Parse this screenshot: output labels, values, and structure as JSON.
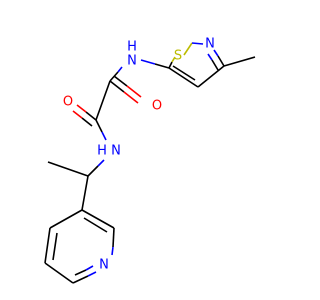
{
  "colors": {
    "carbon": "#000000",
    "nitrogen": "#0000ff",
    "oxygen": "#ff0000",
    "sulfur": "#bcbc00",
    "background": "#ffffff"
  },
  "atoms": {
    "s_thiazole": "S",
    "n_thiazole": "N",
    "nh_upper": "H",
    "n_upper": "N",
    "o_left": "O",
    "o_right": "O",
    "n_lower": "N",
    "nh_lower": "H",
    "n_pyridine": "N"
  }
}
